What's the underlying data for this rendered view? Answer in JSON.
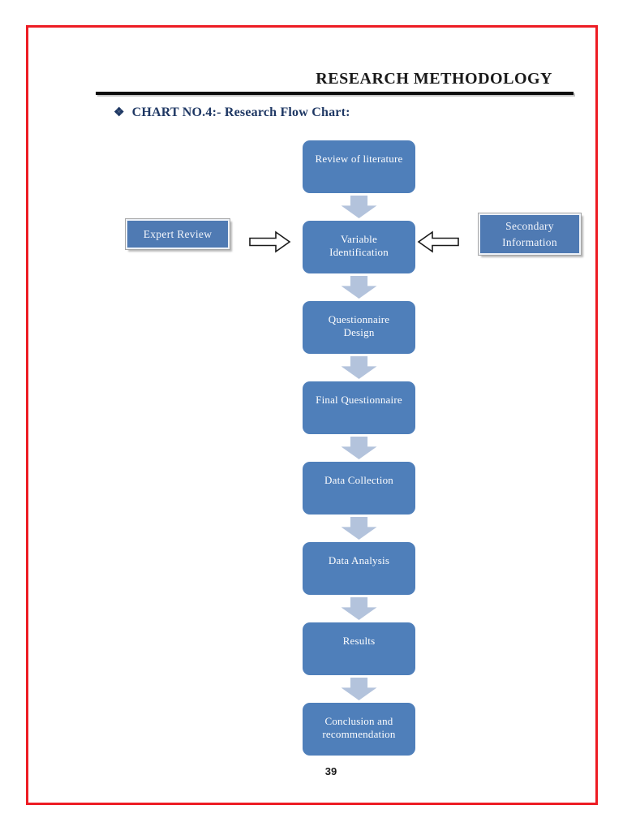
{
  "header": {
    "title": "RESEARCH METHODOLOGY",
    "bullet": "❖",
    "chart_heading": "CHART NO.4:- Research Flow Chart:"
  },
  "flow": {
    "steps": [
      {
        "label": "Review of literature"
      },
      {
        "label": "Variable Identification"
      },
      {
        "label": "Questionnaire Design"
      },
      {
        "label": "Final Questionnaire"
      },
      {
        "label": "Data Collection"
      },
      {
        "label": "Data Analysis"
      },
      {
        "label": "Results"
      },
      {
        "label": "Conclusion and recommendation"
      }
    ],
    "side_inputs": [
      {
        "label": "Expert Review",
        "side": "left"
      },
      {
        "label": "Secondary Information",
        "side": "right"
      }
    ]
  },
  "footer": {
    "page_number": "39"
  },
  "colors": {
    "accent_blue": "#4f7fba",
    "arrow_blue": "#b3c3dc",
    "heading_blue": "#1f3864",
    "frame_red": "#ed1c24"
  }
}
